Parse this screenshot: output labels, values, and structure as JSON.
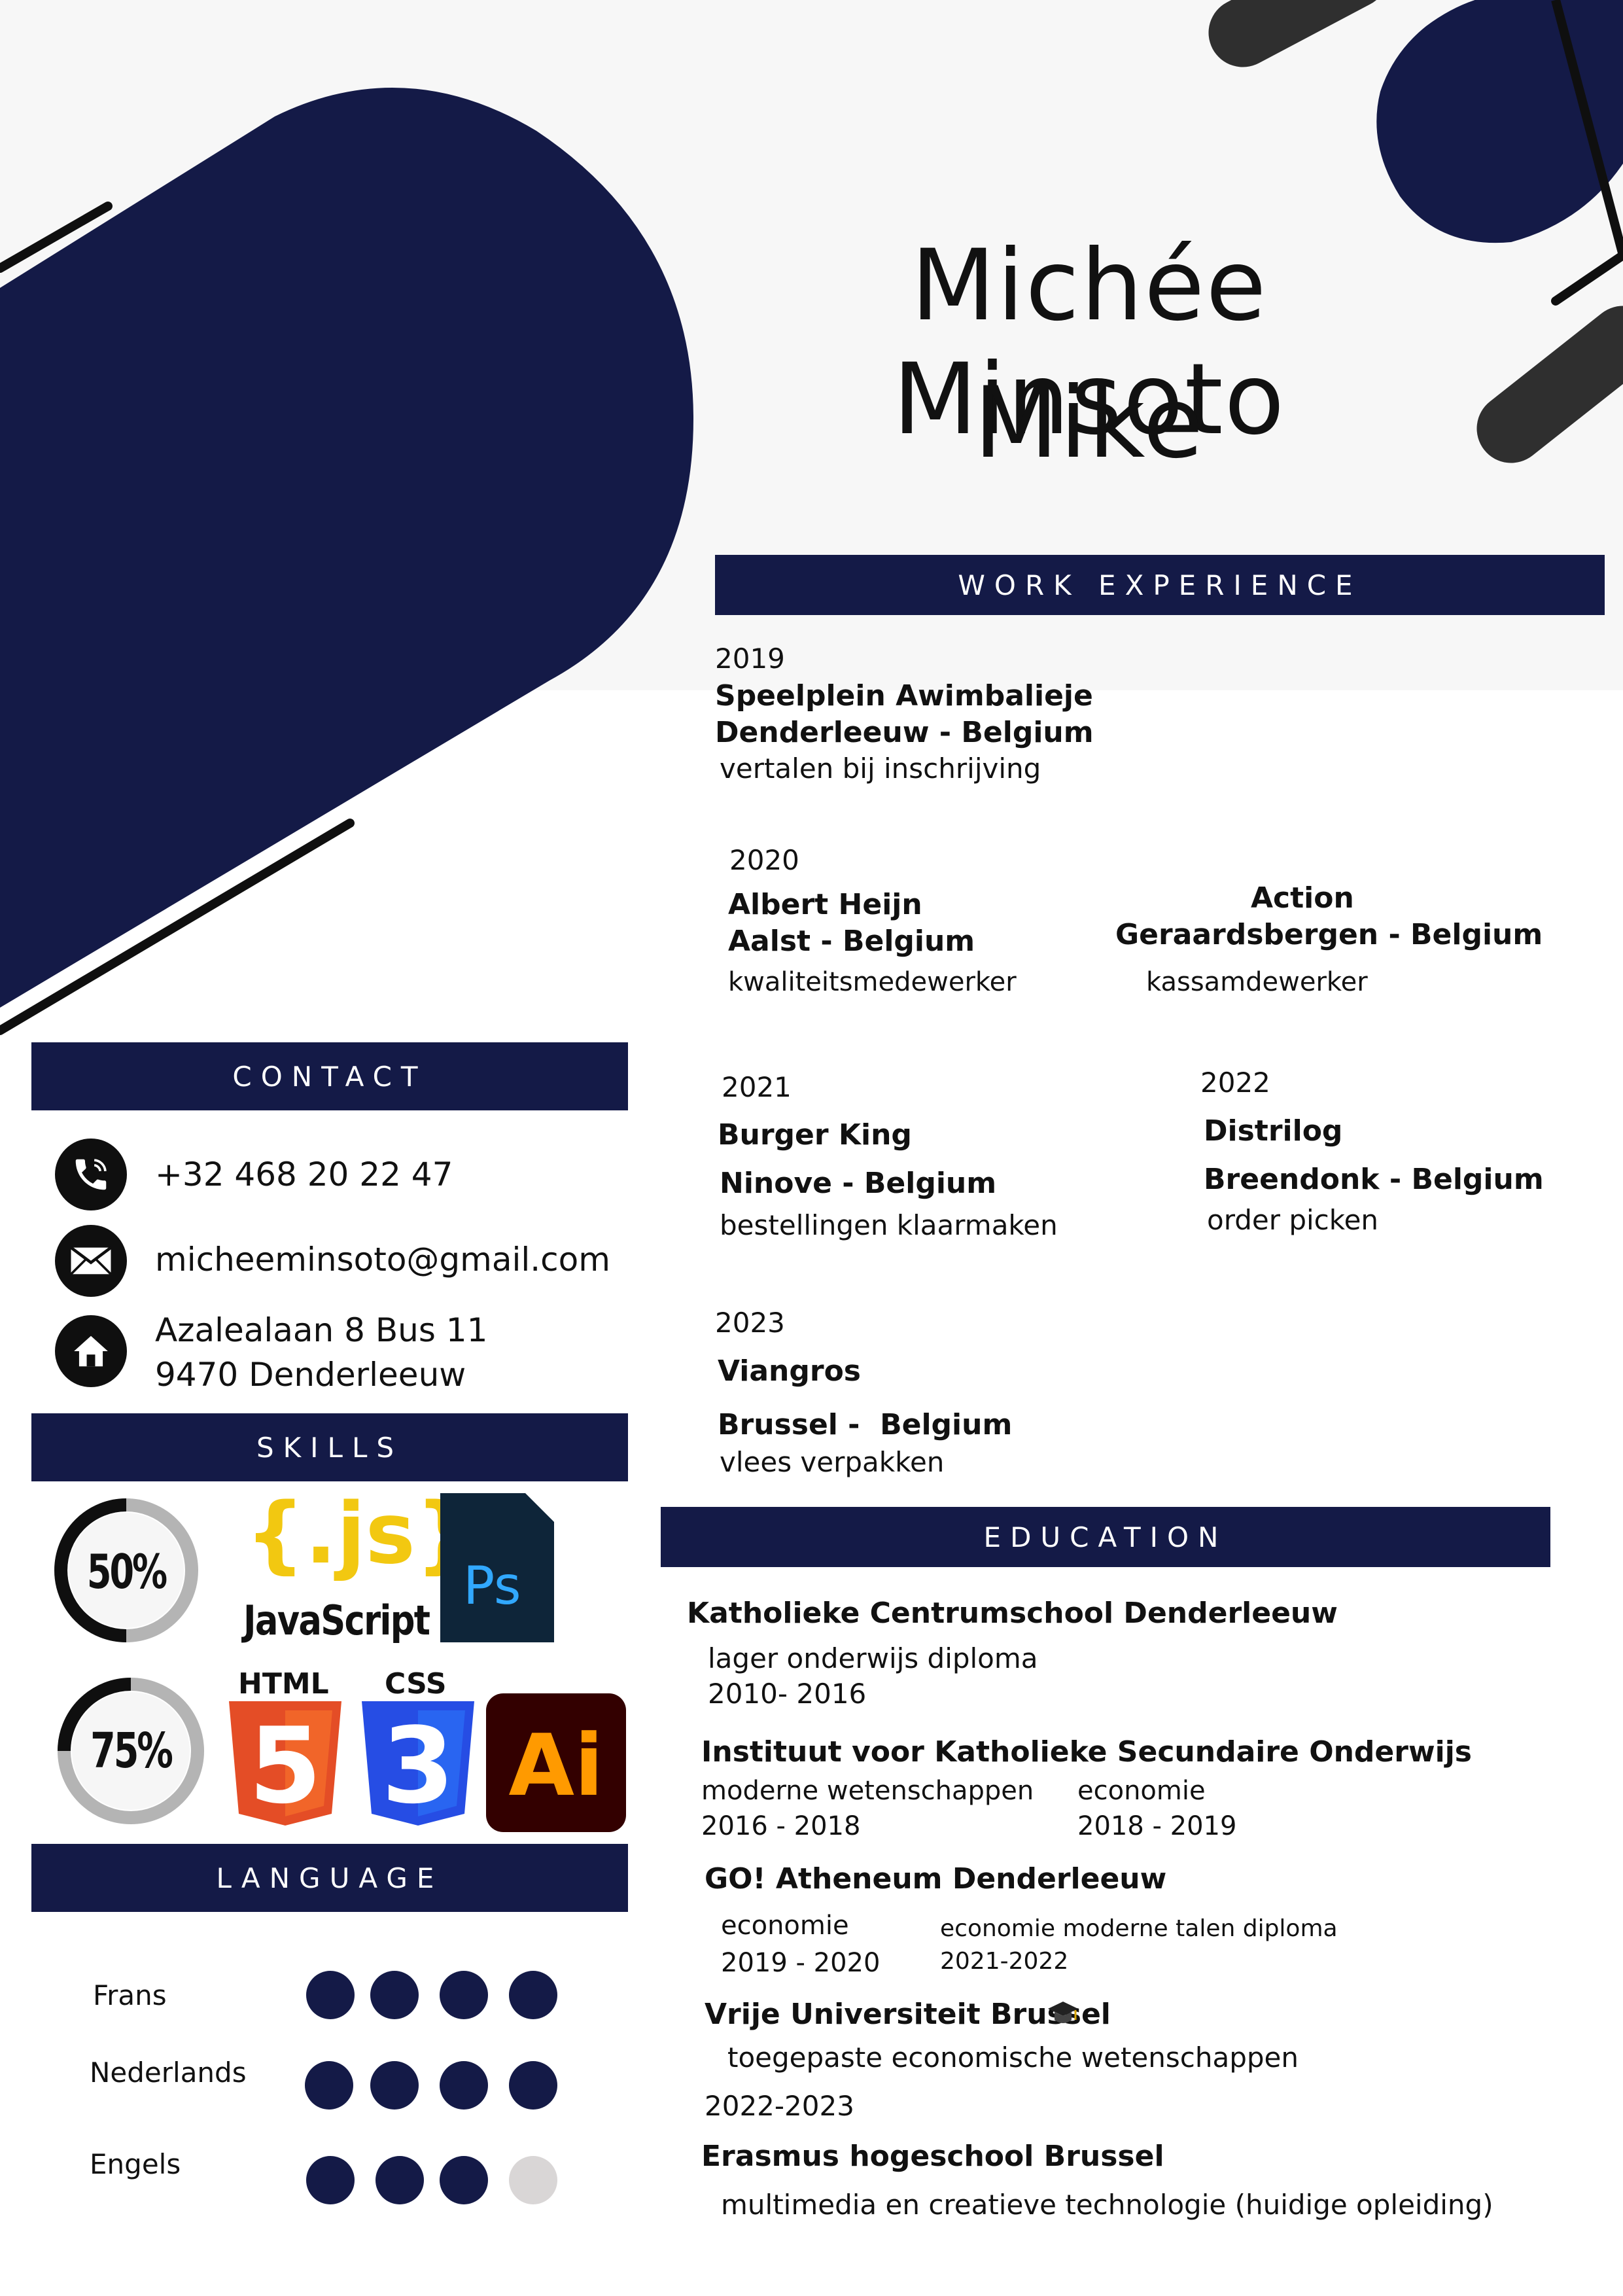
{
  "header": {
    "first_line": "Michée Minsoto",
    "second_line": "Mike"
  },
  "sections": {
    "work": "WORK EXPERIENCE",
    "contact": "CONTACT",
    "skills": "SKILLS",
    "language": "LANGUAGE",
    "education": "EDUCATION"
  },
  "work": [
    {
      "year": "2019",
      "company": "Speelplein Awimbalieje",
      "location": "Denderleeuw - Belgium",
      "role": "vertalen bij inschrijving"
    },
    {
      "year": "2020",
      "company": "Albert Heijn",
      "location": "Aalst - Belgium",
      "role": "kwaliteitsmedewerker"
    },
    {
      "company": "Action",
      "location": "Geraardsbergen - Belgium",
      "role": "kassamdewerker"
    },
    {
      "year": "2021",
      "company": "Burger King",
      "location": "Ninove - Belgium",
      "role": "bestellingen klaarmaken"
    },
    {
      "year": "2022",
      "company": "Distrilog",
      "location": "Breendonk - Belgium",
      "role": "order picken"
    },
    {
      "year": "2023",
      "company": "Viangros",
      "location": "Brussel -  Belgium",
      "role": "vlees verpakken"
    }
  ],
  "contact": {
    "phone": "+32 468 20 22 47",
    "email": "micheeminsoto@gmail.com",
    "address_line1": "Azalealaan 8 Bus 11",
    "address_line2": "9470 Denderleeuw",
    "icons": [
      "phone-icon",
      "mail-icon",
      "home-icon"
    ]
  },
  "skills": {
    "ring1": {
      "label": "50%",
      "value": 0.5
    },
    "ring2": {
      "label": "75%",
      "value": 0.75
    },
    "js_logo": "{.js}",
    "js_caption": "JavaScript",
    "ps_logo": "Ps",
    "html_caption": "HTML",
    "html_num": "5",
    "css_caption": "CSS",
    "css_num": "3",
    "ai_logo": "Ai",
    "colors": {
      "js": "#f2c811",
      "ps_bg": "#0e2539",
      "ps_fg": "#31a8ff",
      "html": "#e44d26",
      "css": "#264de4",
      "ai_bg": "#330000",
      "ai_fg": "#ff9a00"
    }
  },
  "languages": [
    {
      "name": "Frans",
      "level": 4,
      "max": 4
    },
    {
      "name": "Nederlands",
      "level": 4,
      "max": 4
    },
    {
      "name": "Engels",
      "level": 3,
      "max": 4
    }
  ],
  "education": {
    "s1": {
      "school": "Katholieke Centrumschool Denderleeuw",
      "program": "lager onderwijs diploma",
      "years": "2010- 2016"
    },
    "s2": {
      "school": "Instituut voor Katholieke Secundaire Onderwijs",
      "program_a": "moderne wetenschappen",
      "years_a": "2016 - 2018",
      "program_b": "economie",
      "years_b": "2018 - 2019"
    },
    "s3": {
      "school": "GO! Atheneum Denderleeuw",
      "program_a": "economie",
      "years_a": "2019 - 2020",
      "program_b": "economie moderne talen diploma",
      "years_b": "2021-2022"
    },
    "s4": {
      "school": "Vrije Universiteit Brussel",
      "program": "toegepaste economische wetenschappen",
      "years": "2022-2023"
    },
    "s5": {
      "school": "Erasmus hogeschool Brussel",
      "program": "multimedia en creatieve technologie (huidige opleiding)"
    }
  },
  "colors": {
    "navy": "#141a47",
    "dark": "#2f2f2f",
    "light_bg": "#f7f7f7"
  }
}
